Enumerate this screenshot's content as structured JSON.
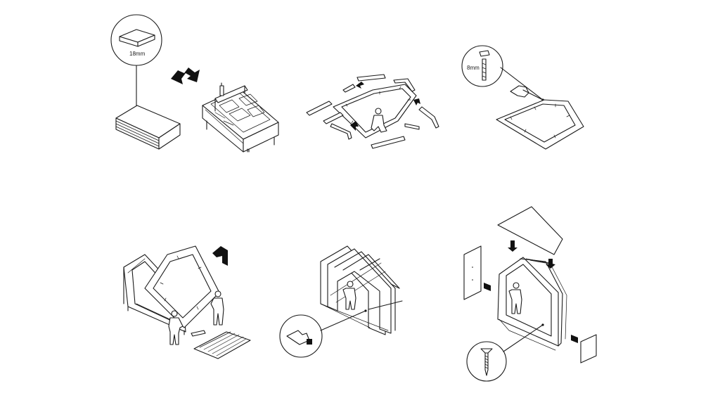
{
  "steps": [
    {
      "id": 1,
      "icon": "plywood-sheet-icon",
      "callout": {
        "label": "18mm"
      }
    },
    {
      "id": 2,
      "icon": "cnc-router-icon"
    },
    {
      "id": 3,
      "icon": "frame-assembly-icon"
    },
    {
      "id": 4,
      "icon": "bolted-frame-icon",
      "callout": {
        "label": "8mm"
      }
    },
    {
      "id": 5,
      "icon": "raising-frames-icon"
    },
    {
      "id": 6,
      "icon": "frame-structure-icon"
    },
    {
      "id": 7,
      "icon": "cladding-panels-icon"
    }
  ],
  "colors": {
    "line": "#1a1a1a",
    "background": "#ffffff",
    "arrow": "#111111"
  }
}
